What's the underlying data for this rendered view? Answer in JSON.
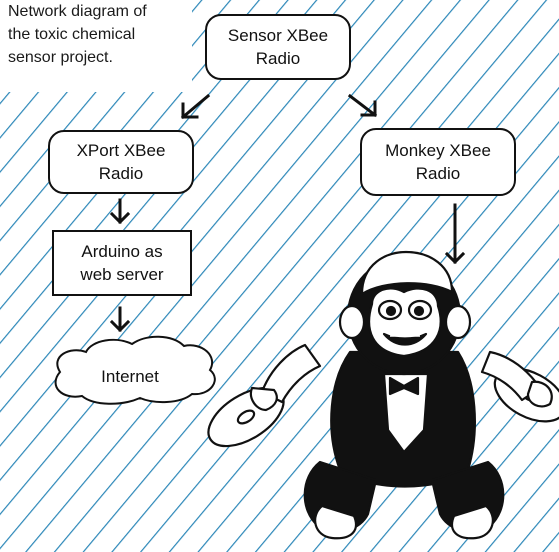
{
  "caption": {
    "line1": "Network diagram of",
    "line2": "the toxic chemical",
    "line3": "sensor project."
  },
  "nodes": {
    "sensor": {
      "line1": "Sensor XBee",
      "line2": "Radio"
    },
    "xport": {
      "line1": "XPort XBee",
      "line2": "Radio"
    },
    "monkey": {
      "line1": "Monkey XBee",
      "line2": "Radio"
    },
    "arduino": {
      "line1": "Arduino as",
      "line2": "web server"
    },
    "internet": {
      "label": "Internet"
    }
  },
  "colors": {
    "hatch": "#2b87b8",
    "ink": "#111111",
    "background": "#ffffff"
  },
  "icons": [
    "arrow-down-left-icon",
    "arrow-down-right-icon",
    "arrow-down-icon",
    "cloud-icon",
    "cymbal-monkey-illustration"
  ]
}
